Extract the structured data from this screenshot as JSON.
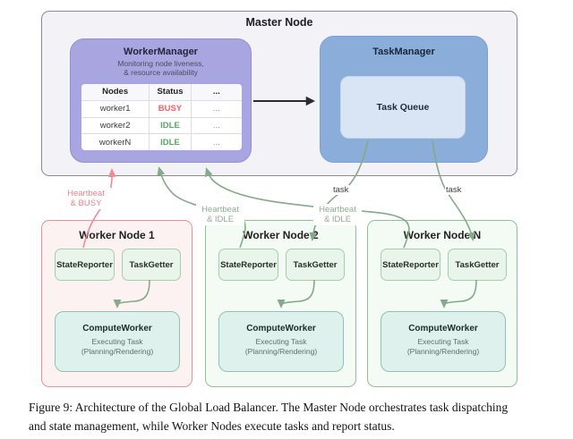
{
  "master_node": {
    "title": "Master Node",
    "worker_manager": {
      "title": "WorkerManager",
      "subtitle": "Monitoring node liveness,\n& resource availability",
      "table": {
        "headers": [
          "Nodes",
          "Status",
          "..."
        ],
        "rows": [
          {
            "node": "worker1",
            "status": "BUSY",
            "more": "..."
          },
          {
            "node": "worker2",
            "status": "IDLE",
            "more": "..."
          },
          {
            "node": "workerN",
            "status": "IDLE",
            "more": "..."
          }
        ]
      }
    },
    "task_manager": {
      "title": "TaskManager",
      "task_queue": "Task Queue"
    }
  },
  "edge_labels": {
    "heartbeat_busy": "Heartbeat\n& BUSY",
    "heartbeat_idle_1": "Heartbeat\n& IDLE",
    "heartbeat_idle_2": "Heartbeat\n& IDLE",
    "task_1": "task",
    "task_2": "task"
  },
  "worker_nodes": [
    {
      "title": "Worker Node 1",
      "state_reporter": "StateReporter",
      "task_getter": "TaskGetter",
      "compute_worker_title": "ComputeWorker",
      "compute_worker_subtitle": "Executing Task\n(Planning/Rendering)"
    },
    {
      "title": "Worker Node 2",
      "state_reporter": "StateReporter",
      "task_getter": "TaskGetter",
      "compute_worker_title": "ComputeWorker",
      "compute_worker_subtitle": "Executing Task\n(Planning/Rendering)"
    },
    {
      "title": "Worker Node N",
      "state_reporter": "StateReporter",
      "task_getter": "TaskGetter",
      "compute_worker_title": "ComputeWorker",
      "compute_worker_subtitle": "Executing Task\n(Planning/Rendering)"
    }
  ],
  "caption": "Figure 9: Architecture of the Global Load Balancer. The Master Node orchestrates task dispatching\nand state management, while Worker Nodes execute tasks and report status.",
  "colors": {
    "worker_manager_fill": "#a9a5e1",
    "task_manager_fill": "#8badda",
    "task_queue_fill": "#d9e5f4",
    "busy_status": "#f0606b",
    "idle_status": "#57a75f",
    "heartbeat_busy_edge": "#ee8b97",
    "heartbeat_idle_edge": "#85aa89",
    "worker_node_busy_border": "#e294a0",
    "worker_node_idle_border": "#94be9a",
    "black_edge": "#2b2b33"
  }
}
